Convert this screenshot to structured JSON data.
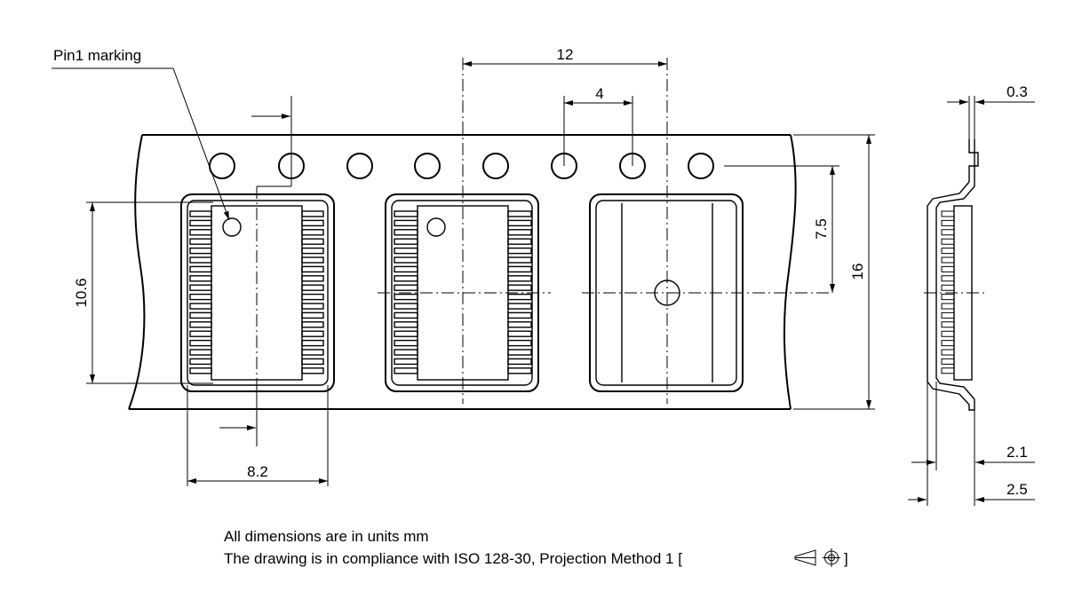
{
  "labels": {
    "pin1": "Pin1 marking",
    "pitch": "12",
    "hole_pitch": "4",
    "thickness": "0.3",
    "center_offset": "7.5",
    "tape_width": "16",
    "pocket_length": "10.6",
    "pocket_width": "8.2",
    "pocket_depth_inner": "2.1",
    "pocket_depth_outer": "2.5"
  },
  "notes": {
    "line1": "All dimensions are in units mm",
    "line2": "The drawing is in compliance with ISO 128-30, Projection Method 1 [",
    "line2_end": "]"
  }
}
